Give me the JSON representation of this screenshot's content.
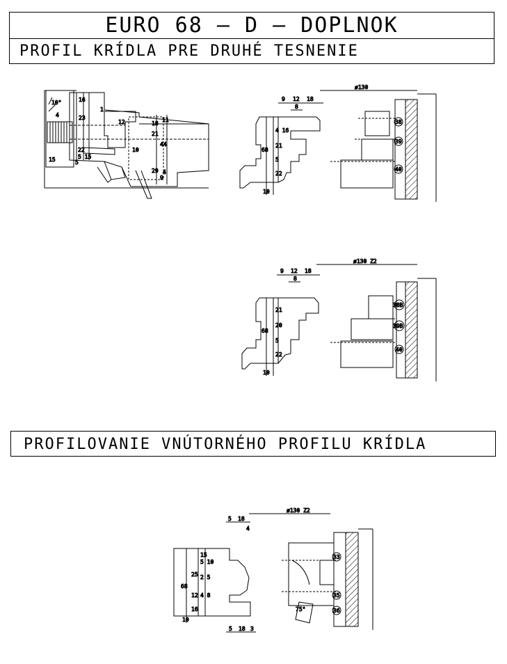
{
  "header": {
    "title": "EURO 68 – D – DOPLNOK",
    "subtitle": "PROFIL KRÍDLA PRE DRUHÉ TESNENIE"
  },
  "section2": {
    "title": "PROFILOVANIE VNÚTORNÉHO PROFILU KRÍDLA"
  },
  "figure1": {
    "tool_dia": "ø130",
    "top_dims": [
      "9",
      "12",
      "18"
    ],
    "sub_dim": "8",
    "vert_dims": [
      "4 16",
      "21",
      "5",
      "22",
      "10"
    ],
    "overall": "68",
    "tools": [
      "38",
      "39",
      "40"
    ]
  },
  "assembly": {
    "labels": [
      "16",
      "12",
      "18",
      "11",
      "10",
      "21",
      "44",
      "29",
      "9",
      "4",
      "15",
      "5",
      "10°",
      "23",
      "22",
      "5 15",
      "1",
      "4"
    ]
  },
  "figure2": {
    "tool_dia": "ø130  Z2",
    "top_dims": [
      "9",
      "12",
      "18"
    ],
    "sub_dim": "8",
    "vert_dims": [
      "21",
      "20",
      "5",
      "22",
      "10"
    ],
    "overall": "68",
    "tools": [
      "38B",
      "39B",
      "40"
    ]
  },
  "figure3": {
    "tool_dia": "ø130  Z2",
    "top_dims": [
      "5",
      "18"
    ],
    "sub_dim": "4",
    "bottom_dims": [
      "5",
      "18",
      "3"
    ],
    "vert_dims": [
      "15",
      "5 10",
      "25",
      "2 5",
      "12",
      "4 8",
      "16",
      "10"
    ],
    "overall": "68",
    "angle": "75°",
    "tools": [
      "33",
      "35",
      "36"
    ]
  }
}
